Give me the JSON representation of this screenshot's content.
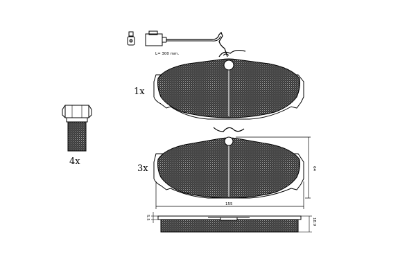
{
  "labels": {
    "pad_top_qty": "1x",
    "pad_mid_qty": "3x",
    "bolt_qty": "4x",
    "sensor_length": "L= 300 mm.",
    "width_dim": "155",
    "height_dim": "64",
    "thickness_dim": "18.9",
    "backplate_dim": "5.5"
  },
  "colors": {
    "line": "#000000",
    "pad_fill": "#404040",
    "background": "#ffffff"
  }
}
